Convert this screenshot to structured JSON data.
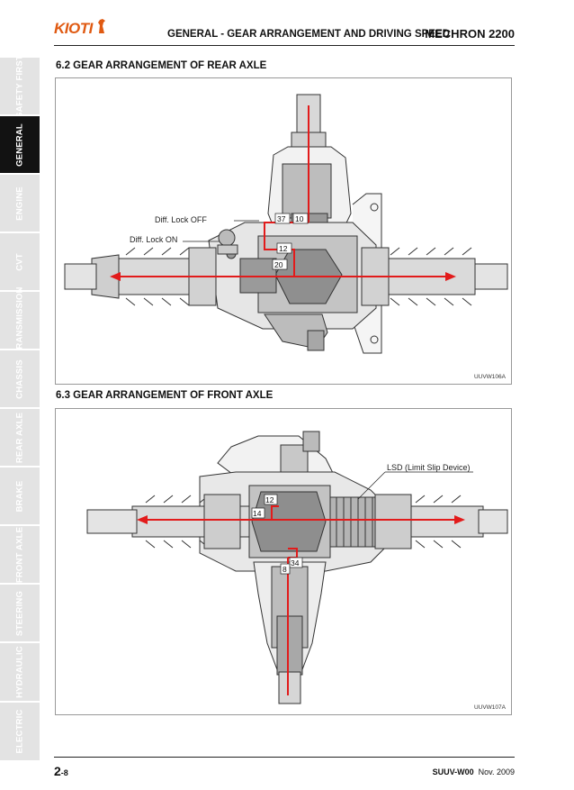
{
  "header": {
    "logo": "KIOTI",
    "title": "GENERAL - GEAR ARRANGEMENT AND DRIVING SPEED",
    "model": "MECHRON 2200"
  },
  "sidebar": {
    "tabs": [
      {
        "label": "SAFETY FIRST",
        "active": false
      },
      {
        "label": "GENERAL",
        "active": true
      },
      {
        "label": "ENGINE",
        "active": false
      },
      {
        "label": "CVT",
        "active": false
      },
      {
        "label": "TRANSMISSION",
        "active": false
      },
      {
        "label": "CHASSIS",
        "active": false
      },
      {
        "label": "REAR AXLE",
        "active": false
      },
      {
        "label": "BRAKE",
        "active": false
      },
      {
        "label": "FRONT AXLE",
        "active": false
      },
      {
        "label": "STEERING",
        "active": false
      },
      {
        "label": "HYDRAULIC",
        "active": false
      },
      {
        "label": "ELECTRIC",
        "active": false
      }
    ]
  },
  "sections": {
    "rear": {
      "title": "6.2  GEAR ARRANGEMENT OF REAR AXLE",
      "figure_code": "UUVW106A",
      "callouts": {
        "diff_lock_off": "Diff. Lock OFF",
        "diff_lock_on": "Diff. Lock ON"
      },
      "gear_labels": {
        "g37": "37",
        "g10": "10",
        "g12": "12",
        "g20": "20"
      }
    },
    "front": {
      "title": "6.3  GEAR ARRANGEMENT OF FRONT AXLE",
      "figure_code": "UUVW107A",
      "callouts": {
        "lsd": "LSD (Limit Slip Device)"
      },
      "gear_labels": {
        "g12": "12",
        "g14": "14",
        "g34": "34",
        "g8": "8"
      }
    }
  },
  "footer": {
    "page_chapter": "2",
    "page_number": "-8",
    "doc_code": "SUUV-W00",
    "date": "Nov. 2009"
  },
  "colors": {
    "accent_orange": "#e05a12",
    "power_flow_red": "#e21b1b",
    "tab_inactive": "#e3e3e3",
    "tab_active": "#121212"
  }
}
